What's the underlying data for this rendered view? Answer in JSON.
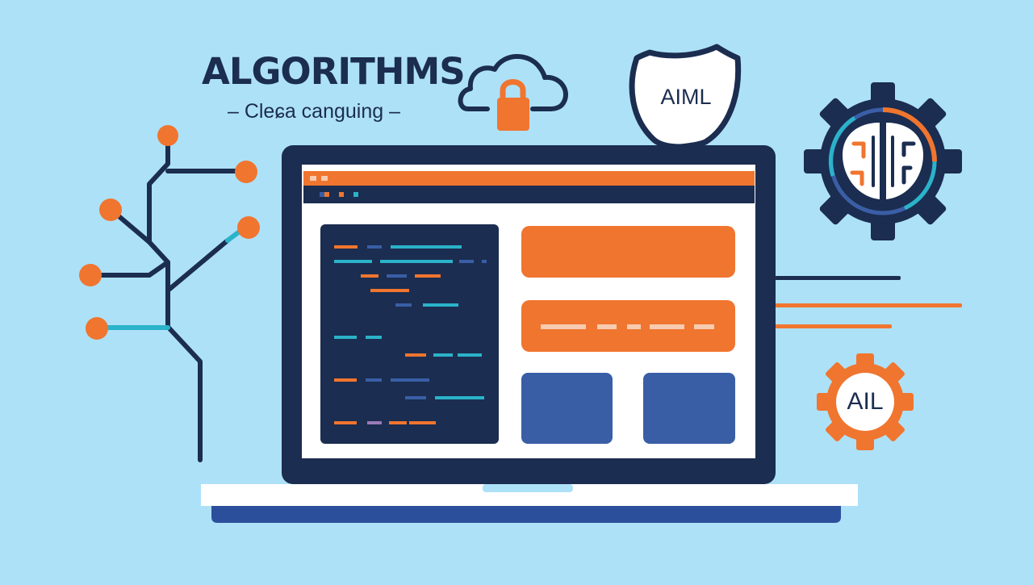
{
  "header": {
    "title": "ALGORITHMS",
    "subtitle": "– Cleɕa canguing –"
  },
  "badges": {
    "shield_label": "AIML",
    "small_gear_label": "AIL"
  },
  "icons": {
    "cloud_lock": "cloud-lock-icon",
    "shield": "shield-icon",
    "brain_gear": "brain-gear-icon",
    "small_gear": "gear-icon",
    "node_tree": "node-tree-icon",
    "laptop": "laptop-icon"
  },
  "colors": {
    "background": "#ade1f8",
    "navy": "#1b2d50",
    "orange": "#f0752f",
    "blue": "#3a5ea6",
    "light_orange": "#f7cbb0",
    "cyan": "#2ab3c9",
    "white": "#ffffff"
  }
}
